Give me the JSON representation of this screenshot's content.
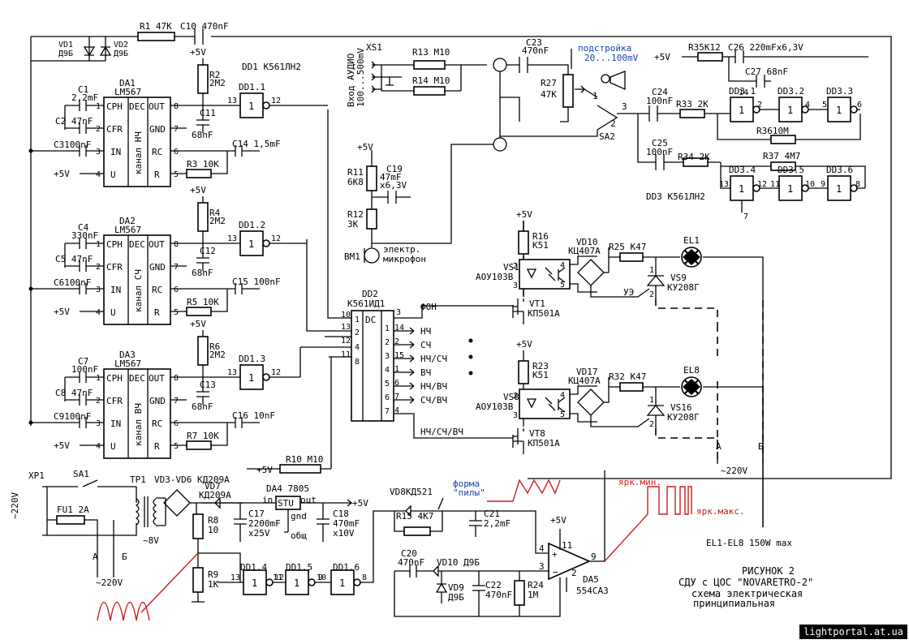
{
  "watermark": "lightportal.at.ua",
  "colors": {
    "wire": "#000000",
    "annotation_blue": "#1a3fb0",
    "annotation_red": "#c81e1e",
    "background": "#ffffff"
  },
  "top": {
    "vd1": "VD1",
    "vd1_t": "Д9Б",
    "vd2": "VD2",
    "vd2_t": "Д9Б",
    "r1": "R1 47K",
    "c10": "C10 470nF",
    "dd1_title": "DD1 К561ЛН2"
  },
  "chan": [
    {
      "ic": "DA1",
      "ic_t": "LM567",
      "c1": "C1",
      "c1v": "2,2mF",
      "c2": "C2 47nF",
      "c3": "C3100nF",
      "r": "R2",
      "rv": "2М2",
      "cb": "C11",
      "cbv": "68nF",
      "co": "C14 1,5mF",
      "rr": "R3 10K",
      "name": "канал НЧ",
      "gate": "DD1.1"
    },
    {
      "ic": "DA2",
      "ic_t": "LM567",
      "c1": "C4",
      "c1v": "330nF",
      "c2": "C5 47nF",
      "c3": "C6100nF",
      "r": "R4",
      "rv": "2М2",
      "cb": "C12",
      "cbv": "68nF",
      "co": "C15 100nF",
      "rr": "R5 10K",
      "name": "канал СЧ",
      "gate": "DD1.2"
    },
    {
      "ic": "DA3",
      "ic_t": "LM567",
      "c1": "C7",
      "c1v": "100nF",
      "c2": "C8 47nF",
      "c3": "C9100nF",
      "r": "R6",
      "rv": "2М2",
      "cb": "C13",
      "cbv": "68nF",
      "co": "C16 10nF",
      "rr": "R7 10K",
      "name": "канал ВЧ",
      "gate": "DD1.3"
    }
  ],
  "pins": {
    "cph": "CPH",
    "dec": "DEC",
    "out": "OUT",
    "cfr": "CFR",
    "gnd": "GND",
    "in": "IN",
    "rc": "RC",
    "u": "U",
    "r": "R"
  },
  "pwr": "+5V",
  "audio": {
    "xs1": "XS1",
    "label1": "Вход АУДИО",
    "label2": "100...500mV",
    "r13": "R13 M10",
    "r14": "R14 M10",
    "c23": "C23",
    "c23v": "470nF",
    "r27": "R27",
    "r27v": "47K",
    "adj1": "подстройка",
    "adj2": "20...100mV",
    "sa2": "SA2",
    "c24": "C24",
    "c24v": "100nF",
    "r33": "R33 2K",
    "c25": "C25",
    "c25v": "100nF",
    "r34": "R34 2K",
    "r35": "R35K12",
    "c26": "C26 220mFх6,3V",
    "c27": "C27 68nF",
    "r36": "R3610M",
    "r37": "R37 4M7",
    "dd3_title": "DD3 К561ЛН2",
    "r11": "R11",
    "r11v": "6K8",
    "c19": "C19",
    "c19v": "47mF",
    "c19v2": "х6,3V",
    "r12": "R12",
    "r12v": "3K",
    "bm1": "BM1",
    "mic1": "электр.",
    "mic2": "микрофон"
  },
  "dd3": [
    "DD3.1",
    "DD3.2",
    "DD3.3",
    "DD3.4",
    "DD3.5",
    "DD3.6"
  ],
  "dd2": {
    "name": "DD2",
    "type": "К561ИД1",
    "dc": "DC",
    "outs": [
      "НЧ",
      "СЧ",
      "НЧ/СЧ",
      "ВЧ",
      "НЧ/ВЧ",
      "СЧ/ВЧ",
      "НЧ/СЧ/ВЧ"
    ],
    "fon": "ФОН"
  },
  "out1": {
    "r16": "R16",
    "r16v": "K51",
    "vd10": "VD10",
    "vd10t": "КЦ407А",
    "r25": "R25 K47",
    "el1": "EL1",
    "vs1": "VS1",
    "vs1t": "АОУ103В",
    "vs9": "VS9",
    "vs9t": "КУ208Г",
    "vt1": "VT1",
    "vt1t": "КП501А",
    "ue": "УЭ"
  },
  "out8": {
    "r23": "R23",
    "r23v": "K51",
    "vd17": "VD17",
    "vd17t": "КЦ407А",
    "r32": "R32 K47",
    "el8": "EL8",
    "vs8": "VS8",
    "vs8t": "АОУ103В",
    "vs16": "VS16",
    "vs16t": "КУ208Г",
    "vt8": "VT8",
    "vt8t": "КП501А"
  },
  "ab": {
    "a": "А",
    "b": "Б",
    "mains": "~220V"
  },
  "psu": {
    "xp1": "XP1",
    "sa1": "SA1",
    "tr1": "TP1",
    "bridge": "VD3-VD6 КД209А",
    "fu1": "FU1 2A",
    "ac": "~8V",
    "vd7": "VD7",
    "vd7t": "КД209А",
    "da4": "DA4 7805",
    "in": "in",
    "out": "out",
    "stu": "STU",
    "gnd": "gnd",
    "c17": "C17",
    "c17v": "2200mF",
    "c17v2": "х25V",
    "c18": "C18",
    "c18v": "470mF",
    "c18v2": "х10V",
    "obsh": "общ",
    "r8": "R8",
    "r8v": "10",
    "r9": "R9",
    "r9v": "1K",
    "r10": "R10 M10"
  },
  "saw": {
    "vd8": "VD8КД521",
    "forma1": "форма",
    "forma2": "\"пилы\"",
    "r15": "R15 4K7",
    "c21": "C21",
    "c21v": "2,2mF",
    "c20": "C20",
    "c20v": "470nF",
    "vd10": "VD10 Д9Б",
    "vd9": "VD9",
    "vd9t": "Д9Б",
    "c22": "C22",
    "c22v": "470nF",
    "r24": "R24",
    "r24v": "1M",
    "da5": "DA5",
    "da5t": "554CA3",
    "dd1_4": "DD1.4",
    "dd1_5": "DD1.5",
    "dd1_6": "DD1.6"
  },
  "bright": {
    "min": "ярк.мин.",
    "max": "ярк.макс."
  },
  "notes": {
    "power": "EL1-EL8 150W max",
    "fig": "РИСУНОК 2",
    "t1": "СДУ с ЦОС \"NOVARETRO-2\"",
    "t2": "схема электрическая",
    "t3": "принципиальная"
  }
}
